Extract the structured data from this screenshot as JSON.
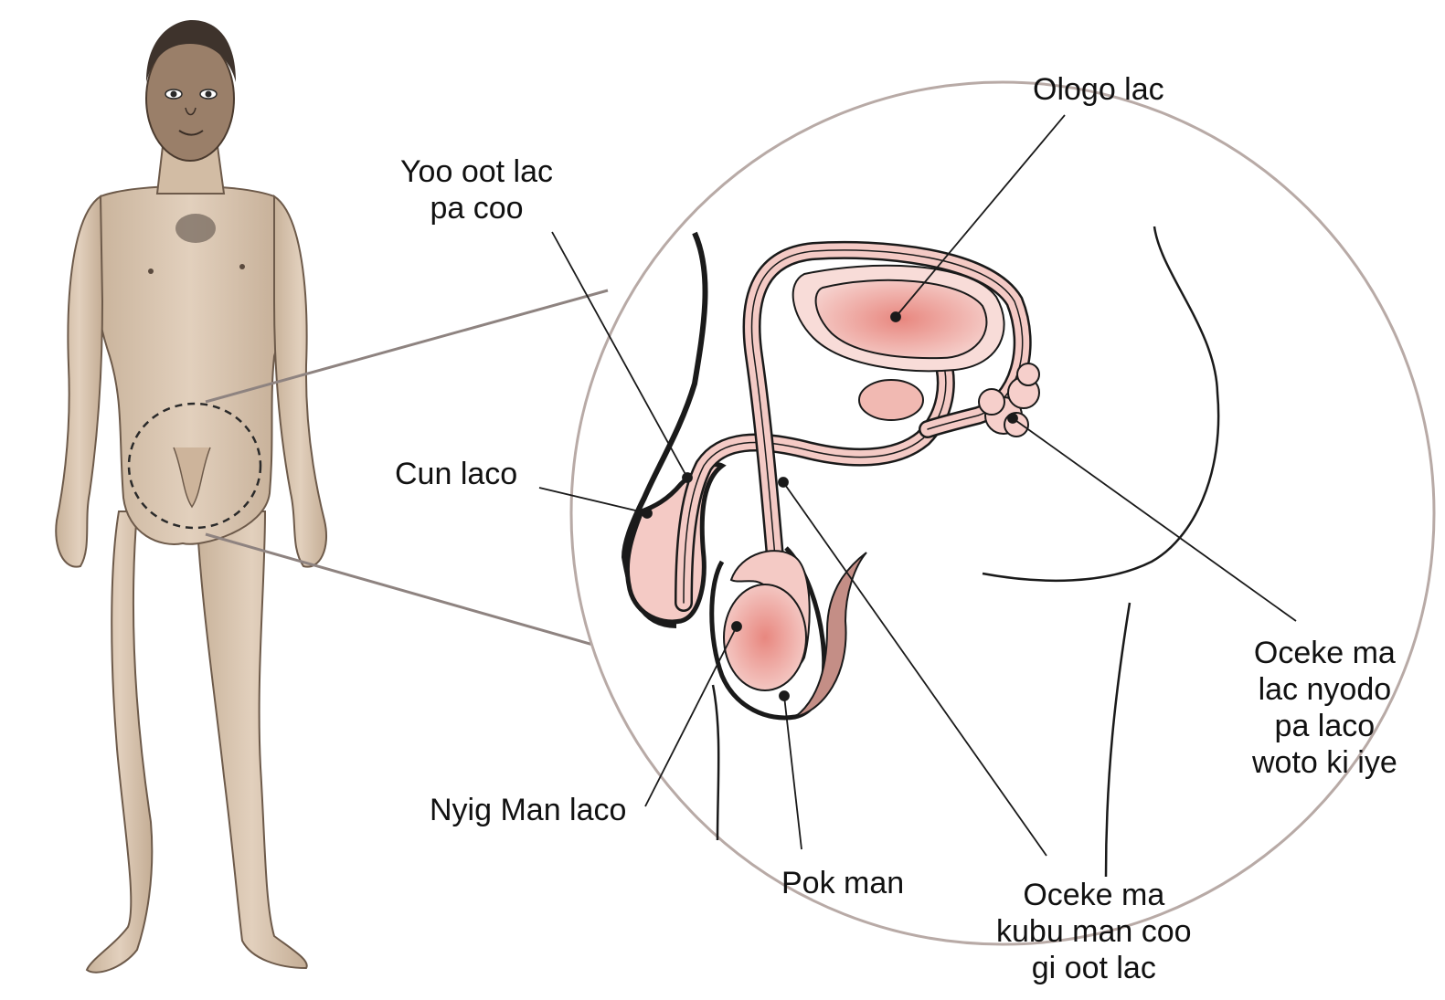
{
  "labels": {
    "bladder": "Ologo lac",
    "urethra": "Yoo oot lac\npa coo",
    "penis": "Cun laco",
    "prostate": "Oceke ma\nlac nyodo\npa laco\nwoto ki iye",
    "testicle": "Nyig Man laco",
    "scrotum": "Pok man",
    "vas_deferens": "Oceke ma\nkubu man coo\ngi oot lac"
  },
  "colors": {
    "skin": "#d9c4ad",
    "skin_shadow": "#b89f86",
    "organ_pink": "#f2c2bd",
    "organ_red": "#e8877f",
    "circle_outline": "#b8aaa6",
    "ink": "#1a1a1a"
  }
}
